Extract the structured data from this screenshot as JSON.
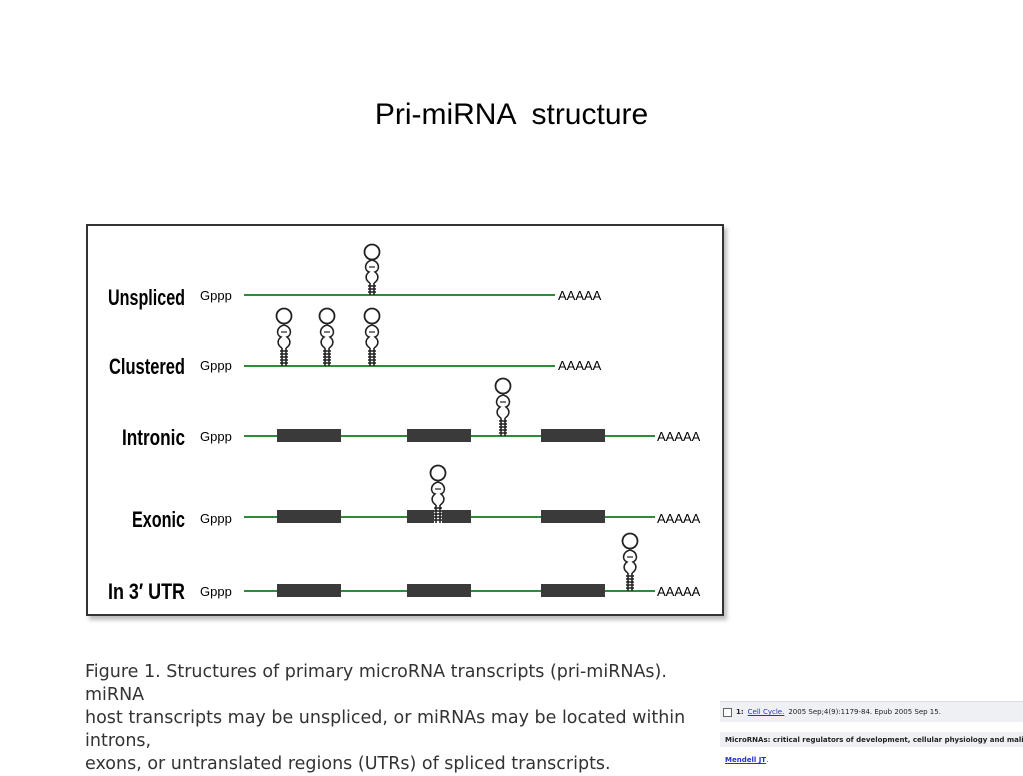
{
  "slide": {
    "title": "Pri-miRNA  structure"
  },
  "figure": {
    "rows": [
      {
        "label": "Unspliced",
        "cap": "Gppp",
        "tail": "AAAAA"
      },
      {
        "label": "Clustered",
        "cap": "Gppp",
        "tail": "AAAAA"
      },
      {
        "label": "Intronic",
        "cap": "Gppp",
        "tail": "AAAAA"
      },
      {
        "label": "Exonic",
        "cap": "Gppp",
        "tail": "AAAAA"
      },
      {
        "label": "In 3′ UTR",
        "cap": "Gppp",
        "tail": "AAAAA"
      }
    ],
    "caption": {
      "line1": "Figure 1. Structures of primary microRNA transcripts (pri-miRNAs). miRNA",
      "line2": "host transcripts may be unspliced, or miRNAs may be located within introns,",
      "line3": "exons, or untranslated regions (UTRs) of spliced transcripts."
    },
    "colors": {
      "transcript_line": "#2e8b3a",
      "exon": "#3a3a3a",
      "hairpin": "#222222"
    }
  },
  "citation": {
    "number": "1:",
    "journal": "Cell Cycle.",
    "details": "2005 Sep;4(9):1179-84. Epub 2005 Sep 15.",
    "title": "MicroRNAs: critical regulators of development, cellular physiology and malignancy.",
    "author": "Mendell JT",
    "author_suffix": "."
  }
}
